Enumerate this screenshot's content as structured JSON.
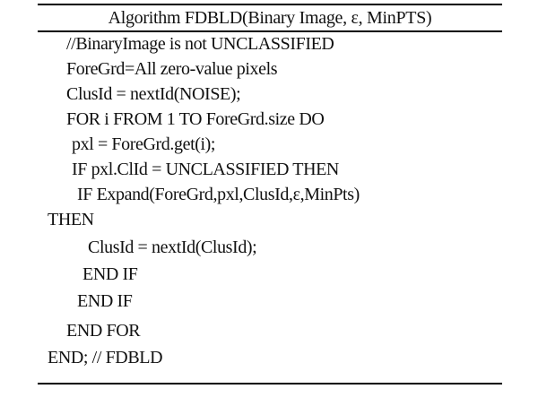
{
  "algorithm": {
    "header": "Algorithm FDBLD(Binary Image, ε, MinPTS)",
    "lines": [
      "//BinaryImage is not UNCLASSIFIED",
      "ForeGrd=All zero-value pixels",
      "ClusId = nextId(NOISE);",
      "FOR i FROM 1 TO ForeGrd.size DO",
      "pxl = ForeGrd.get(i);",
      "IF pxl.ClId = UNCLASSIFIED THEN",
      "IF Expand(ForeGrd,pxl,ClusId,ε,MinPts)",
      "THEN",
      "ClusId = nextId(ClusId);",
      "END IF",
      "END IF",
      "END FOR",
      "END; // FDBLD"
    ]
  }
}
